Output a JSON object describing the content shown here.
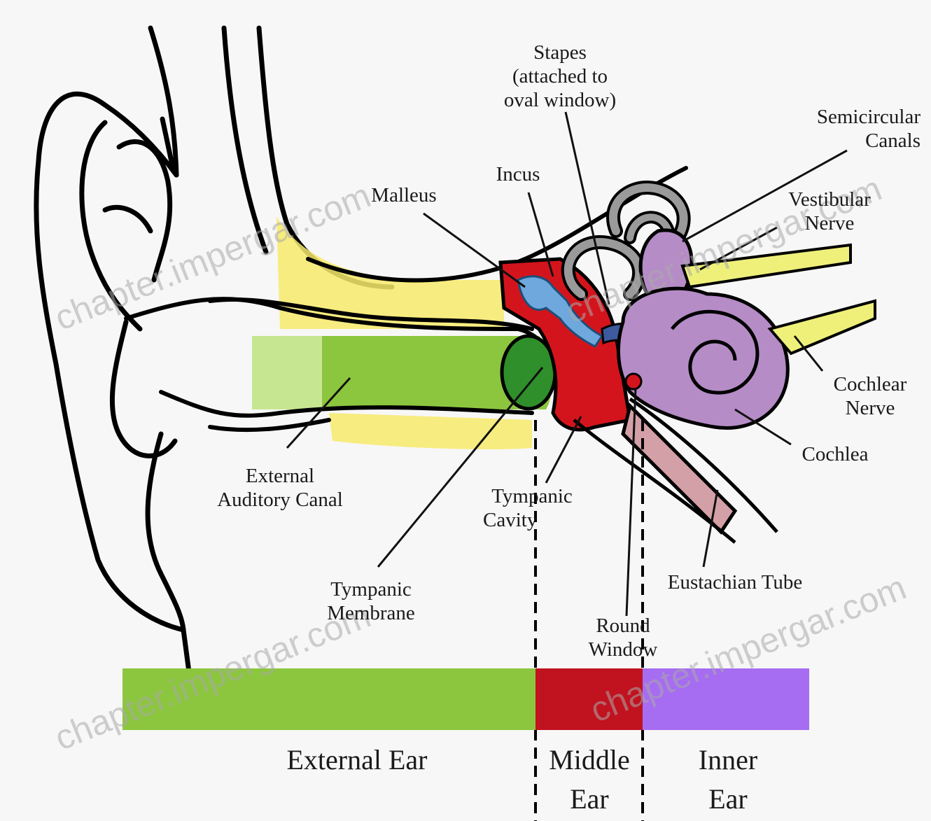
{
  "labels": {
    "stapes": [
      "Stapes",
      "(attached to",
      "oval window)"
    ],
    "semicircular_canals": [
      "Semicircular",
      "Canals"
    ],
    "incus": "Incus",
    "malleus": "Malleus",
    "vestibular_nerve": [
      "Vestibular",
      "Nerve"
    ],
    "cochlear_nerve": [
      "Cochlear",
      "Nerve"
    ],
    "cochlea": "Cochlea",
    "external_auditory_canal": [
      "External",
      "Auditory Canal"
    ],
    "tympanic_cavity": [
      "Tympanic",
      "Cavity"
    ],
    "eustachian_tube": "Eustachian Tube",
    "tympanic_membrane": [
      "Tympanic",
      "Membrane"
    ],
    "round_window": [
      "Round",
      "Window"
    ]
  },
  "regions": {
    "external_ear": "External Ear",
    "middle_ear": [
      "Middle",
      "Ear"
    ],
    "inner_ear": [
      "Inner",
      "Ear"
    ]
  },
  "watermark": "chapter.impergar.com",
  "colors": {
    "external": "#8cc63f",
    "middle": "#c1121f",
    "inner": "#a66cf2",
    "cochlea": "#b58cc6",
    "canal_yellow": "#f7ea6a",
    "nerve_yellow": "#eef07a",
    "ossicle_blue": "#6fa8dc",
    "canals_gray": "#9a9a9a"
  }
}
